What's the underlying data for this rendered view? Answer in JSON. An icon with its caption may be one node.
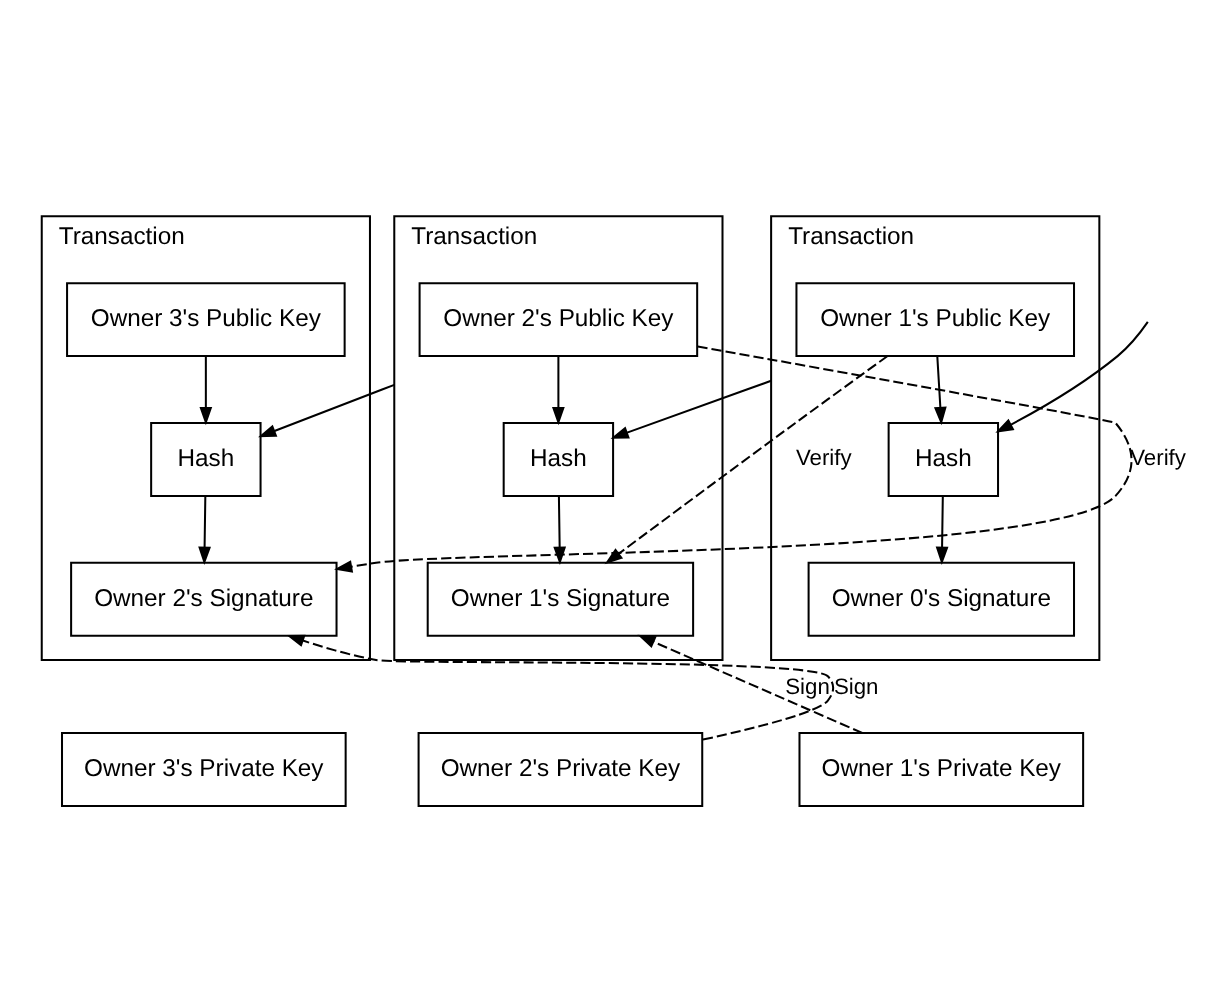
{
  "diagram": {
    "nodes": [
      {
        "text": [
          "Transaction"
        ]
      },
      {
        "text": [
          "Owner 1's Public Key"
        ],
        "in": 0
      },
      {
        "text": [
          "Hash"
        ],
        "in": 0
      },
      {
        "text": [
          "Owner 0's Signature"
        ],
        "in": 0
      },
      {
        "text": [
          "Transaction"
        ]
      },
      {
        "text": [
          "Owner 2's Public Key"
        ],
        "in": 4
      },
      {
        "text": [
          "Hash"
        ],
        "in": 4
      },
      {
        "text": [
          "Owner 1's Signature"
        ],
        "in": 4
      },
      {
        "text": [
          "Transaction"
        ]
      },
      {
        "text": [
          "Owner 3's Public Key"
        ],
        "in": 8
      },
      {
        "text": [
          "Hash"
        ],
        "in": 8
      },
      {
        "text": [
          "Owner 2's Signature"
        ],
        "in": 8
      },
      {
        "text": [
          "Owner 1's Private Key"
        ]
      },
      {
        "text": [
          "Owner 2's Private Key"
        ]
      },
      {
        "text": [
          "Owner 3's Private Key"
        ]
      }
    ],
    "edges": [
      {
        "from": null,
        "to": 2,
        "arrow": "to"
      },
      {
        "from": 1,
        "to": 2,
        "arrow": "to"
      },
      {
        "from": 2,
        "to": 3,
        "arrow": "to"
      },
      {
        "from": 1,
        "to": 7,
        "arrow": "to",
        "style": "dashed",
        "label": "Verify"
      },
      {
        "from": 0,
        "to": 6,
        "arrow": "to"
      },
      {
        "from": 5,
        "to": 6,
        "arrow": "to"
      },
      {
        "from": 6,
        "to": 7,
        "arrow": "to"
      },
      {
        "from": 5,
        "to": 11,
        "arrow": "to",
        "style": "dashed",
        "label": "Verify"
      },
      {
        "from": 4,
        "to": 10,
        "arrow": "to"
      },
      {
        "from": 9,
        "to": 10,
        "arrow": "to"
      },
      {
        "from": 10,
        "to": 11,
        "arrow": "to"
      },
      {
        "from": 12,
        "to": 7,
        "arrow": "to",
        "style": "dashed",
        "label": "Sign"
      },
      {
        "from": 13,
        "to": 11,
        "arrow": "to",
        "style": "dashed",
        "label": "Sign"
      }
    ]
  }
}
